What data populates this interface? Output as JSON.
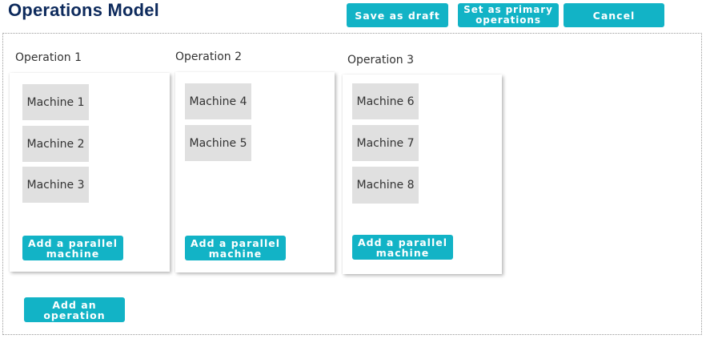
{
  "header": {
    "title": "Operations Model",
    "save_draft_label": "Save as draft",
    "set_primary_label": "Set as primary operations",
    "cancel_label": "Cancel"
  },
  "operations": [
    {
      "label": "Operation 1",
      "machines": [
        "Machine 1",
        "Machine 2",
        "Machine 3"
      ],
      "add_machine_label": "Add a parallel machine"
    },
    {
      "label": "Operation 2",
      "machines": [
        "Machine 4",
        "Machine 5"
      ],
      "add_machine_label": "Add a parallel machine"
    },
    {
      "label": "Operation 3",
      "machines": [
        "Machine 6",
        "Machine 7",
        "Machine 8"
      ],
      "add_machine_label": "Add a parallel machine"
    }
  ],
  "add_operation_label": "Add an operation",
  "colors": {
    "accent": "#12b3c6",
    "title": "#0d2a5c",
    "machine_bg": "#e0e0e0"
  }
}
